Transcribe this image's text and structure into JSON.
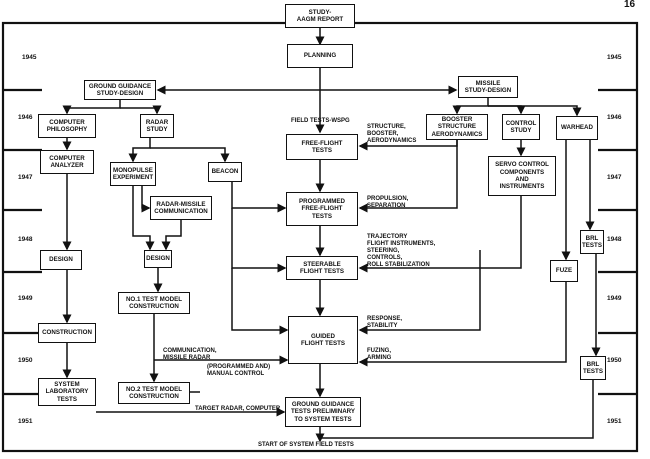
{
  "page_number": "16",
  "years": [
    "1945",
    "1946",
    "1947",
    "1948",
    "1949",
    "1950",
    "1951"
  ],
  "boxes": {
    "study_report": "STUDY-\nAAGM REPORT",
    "planning": "PLANNING",
    "ground_guidance_study": "GROUND GUIDANCE\nSTUDY-DESIGN",
    "missile_study": "MISSILE\nSTUDY-DESIGN",
    "computer_philosophy": "COMPUTER\nPHILOSOPHY",
    "radar_study": "RADAR\nSTUDY",
    "booster_structure": "BOOSTER\nSTRUCTURE\nAERODYNAMICS",
    "control_study": "CONTROL\nSTUDY",
    "warhead": "WARHEAD",
    "free_flight": "FREE-FLIGHT\nTESTS",
    "computer_analyzer": "COMPUTER\nANALYZER",
    "monopulse": "MONOPULSE\nEXPERIMENT",
    "beacon": "BEACON",
    "servo_control": "SERVO CONTROL\nCOMPONENTS\nAND\nINSTRUMENTS",
    "radar_missile": "RADAR-MISSILE\nCOMMUNICATION",
    "programmed_free_flight": "PROGRAMMED\nFREE-FLIGHT\nTESTS",
    "brl_tests_1": "BRL\nTESTS",
    "design_left": "DESIGN",
    "design_mid": "DESIGN",
    "steerable": "STEERABLE\nFLIGHT TESTS",
    "fuze": "FUZE",
    "no1_test_model": "NO.1 TEST MODEL\nCONSTRUCTION",
    "construction": "CONSTRUCTION",
    "guided_flight": "GUIDED\nFLIGHT TESTS",
    "system_lab": "SYSTEM\nLABORATORY\nTESTS",
    "no2_test_model": "NO.2 TEST MODEL\nCONSTRUCTION",
    "brl_tests_2": "BRL\nTESTS",
    "ground_guidance_tests": "GROUND GUIDANCE\nTESTS PRELIMINARY\nTO SYSTEM TESTS"
  },
  "labels": {
    "field_tests": "FIELD TESTS-WSPG",
    "structure_note": "STRUCTURE,\nBOOSTER,\nAERODYNAMICS",
    "propulsion_note": "PROPULSION,\nSEPARATION",
    "trajectory_note": "TRAJECTORY\nFLIGHT INSTRUMENTS,\nSTEERING,\nCONTROLS,\nROLL STABILIZATION",
    "response_note": "RESPONSE,\nSTABILITY",
    "fuzing_note": "FUZING,\nARMING",
    "communication_note": "COMMUNICATION,\nMISSILE RADAR",
    "programmed_manual_note": "(PROGRAMMED AND)\nMANUAL CONTROL",
    "target_radar_note": "TARGET RADAR, COMPUTER",
    "start_system": "START OF SYSTEM FIELD TESTS"
  }
}
